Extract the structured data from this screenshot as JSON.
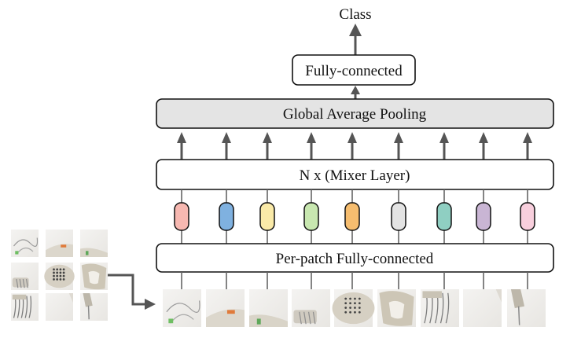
{
  "labels": {
    "class": "Class",
    "fully_connected": "Fully-connected",
    "global_average_pooling": "Global Average Pooling",
    "mixer_layer": "N x (Mixer Layer)",
    "per_patch_fc": "Per-patch Fully-connected"
  },
  "token_colors": [
    "#f7b8b1",
    "#7fb1e0",
    "#faeaa8",
    "#c8e7b0",
    "#f6bd6f",
    "#e3e3e3",
    "#8fcfc2",
    "#c9b5d4",
    "#f8cfdd"
  ],
  "image": {
    "subject": "hand mixer with whisks on white background",
    "grid": "3x3 patches"
  }
}
